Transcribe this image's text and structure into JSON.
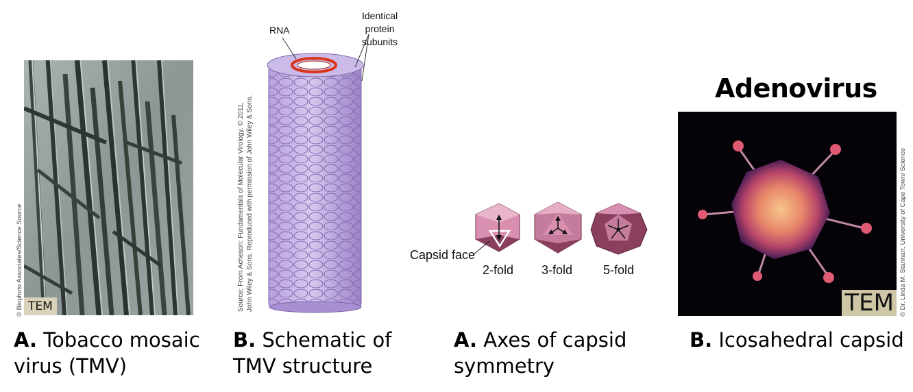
{
  "panel_tmv_photo": {
    "tem_label": "TEM",
    "credit": "© Biophoto Associates/Science Source",
    "caption_letter": "A.",
    "caption_line1": "Tobacco mosaic",
    "caption_line2": "virus (TMV)"
  },
  "panel_tmv_schematic": {
    "label_rna": "RNA",
    "label_subunits_1": "Identical",
    "label_subunits_2": "protein",
    "label_subunits_3": "subunits",
    "credit_line1": "Source: From Acheson: Fundamentals of Molecular Virology. © 2011,",
    "credit_line2": "John Wiley & Sons. Reproduced with permission of John Wiley & Sons.",
    "caption_letter": "B.",
    "caption_line1": "Schematic of",
    "caption_line2": "TMV structure"
  },
  "panel_symmetry": {
    "capsid_face_label": "Capsid face",
    "fold_2": "2-fold",
    "fold_3": "3-fold",
    "fold_5": "5-fold",
    "caption_letter": "A.",
    "caption_line1": "Axes of capsid",
    "caption_line2": "symmetry"
  },
  "panel_adenovirus": {
    "title": "Adenovirus",
    "tem_label": "TEM",
    "credit": "© Dr. Linda M. Stannart, University of Cape Town/ Science",
    "caption_letter": "B.",
    "caption_line1": "Icosahedral capsid"
  },
  "colors": {
    "capsid_pink": "#d98fb0",
    "capsid_dark": "#8a3f5e",
    "tube_purple": "#b9a3dc",
    "rna_red": "#d9351a"
  }
}
